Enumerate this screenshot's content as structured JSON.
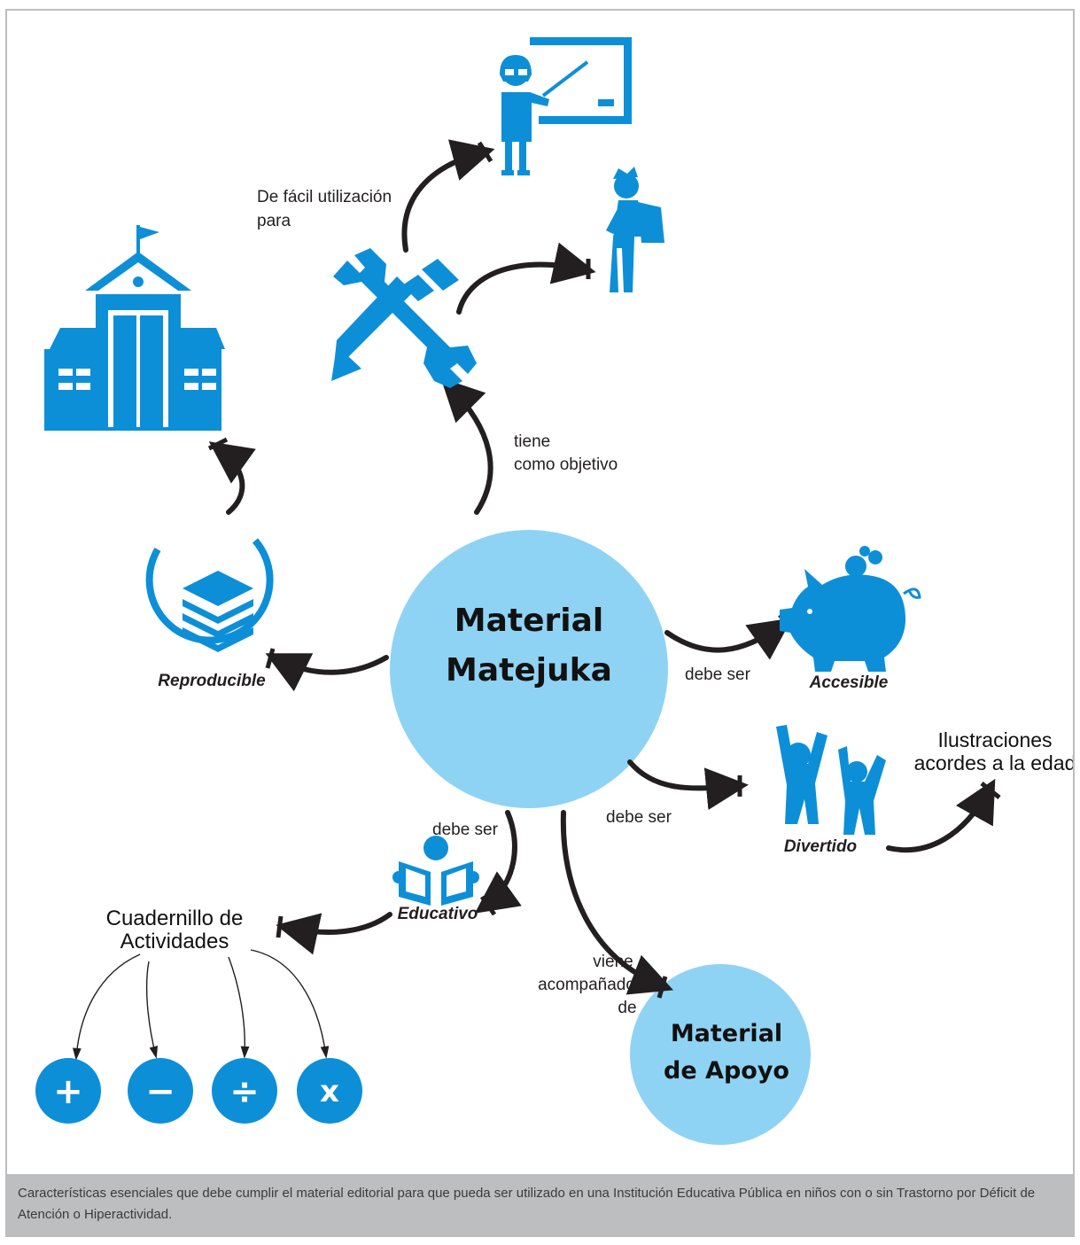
{
  "center_title": [
    "Material",
    "Matejuka"
  ],
  "support_title": [
    "Material",
    "de Apoyo"
  ],
  "labels": {
    "facil": [
      "De fácil utilización",
      "para"
    ],
    "objetivo": [
      "tiene",
      "como objetivo"
    ],
    "debe_ser_accesible": "debe ser",
    "debe_ser_divertido": "debe ser",
    "debe_ser_educativo": "debe ser",
    "acompanado": [
      "viene",
      "acompañado",
      "de"
    ]
  },
  "nodes": {
    "reproducible": "Reproducible",
    "accesible": "Accesible",
    "divertido": "Divertido",
    "educativo": "Educativo",
    "ilustraciones": [
      "Ilustraciones",
      "acordes a la edad"
    ],
    "cuadernillo": [
      "Cuadernillo de",
      "Actividades"
    ]
  },
  "operators": [
    "+",
    "−",
    "÷",
    "x"
  ],
  "caption": "Características esenciales que debe cumplir el material editorial para que pueda ser utilizado en una Institución Educativa Pública en niños con o sin Trastorno por Déficit de Atención o Hiperactividad.",
  "colors": {
    "icon_blue": "#0d8fd8",
    "circle_light_blue": "#8fd3f4",
    "arrow": "#231f20",
    "caption_bg": "#bcbec0"
  },
  "icons": [
    "teacher-board-icon",
    "student-backpack-icon",
    "tools-icon",
    "school-icon",
    "stacked-layers-icon",
    "piggy-bank-icon",
    "children-jumping-icon",
    "reading-book-icon"
  ]
}
